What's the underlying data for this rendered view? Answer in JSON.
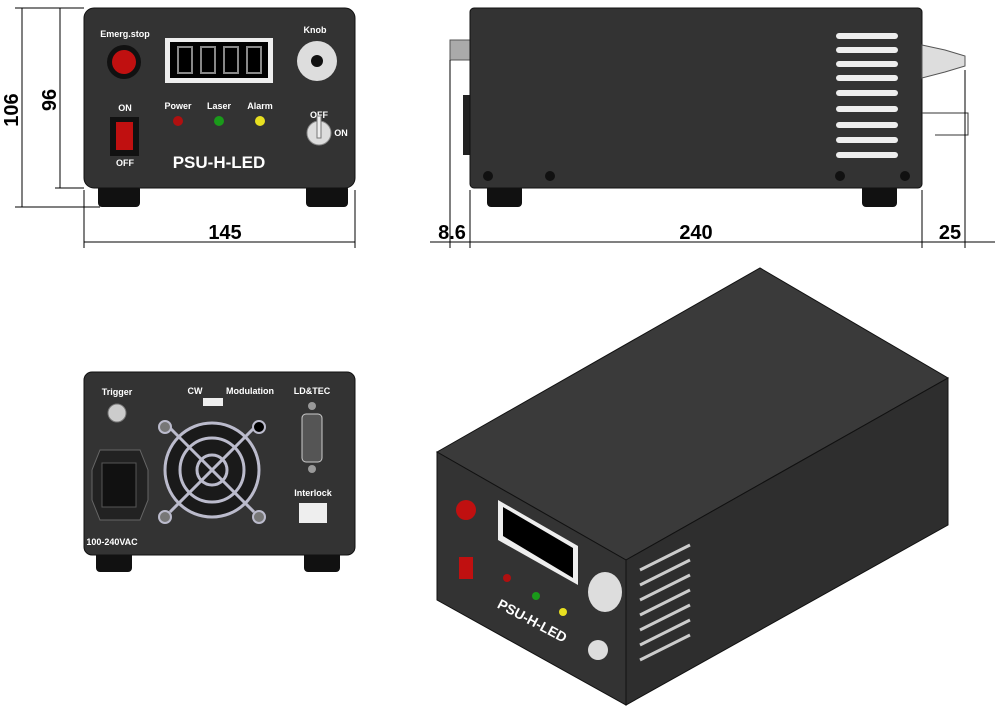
{
  "dimensions": {
    "height_total": "106",
    "height_body": "96",
    "width": "145",
    "connector_depth": "8.6",
    "length": "240",
    "rear_protrusion": "25"
  },
  "front_panel": {
    "emergency_stop": "Emerg.stop",
    "knob": "Knob",
    "power": "Power",
    "laser": "Laser",
    "alarm": "Alarm",
    "switch_on": "ON",
    "switch_off": "OFF",
    "key_off": "OFF",
    "key_on": "ON",
    "model": "PSU-H-LED"
  },
  "rear_panel": {
    "trigger": "Trigger",
    "cw": "CW",
    "modulation": "Modulation",
    "ld_tec": "LD&TEC",
    "interlock": "Interlock",
    "power_input": "100-240VAC"
  },
  "colors": {
    "body": "#333333",
    "led_power": "#b01010",
    "led_laser": "#1a9a1a",
    "led_alarm": "#e8e020",
    "estop": "#c01010"
  }
}
